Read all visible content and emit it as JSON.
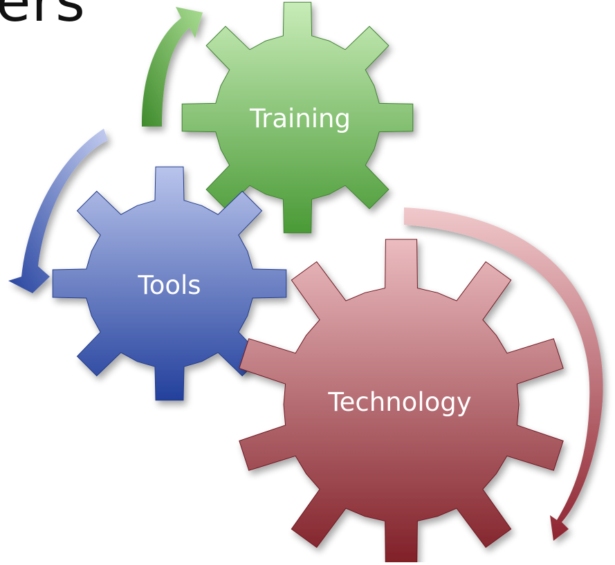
{
  "heading_fragment": "ers",
  "gears": [
    {
      "id": "training",
      "label": "Training",
      "top_color": "#c8ecb8",
      "bottom_color": "#4a9a36"
    },
    {
      "id": "tools",
      "label": "Tools",
      "top_color": "#b9c4ec",
      "bottom_color": "#23409c"
    },
    {
      "id": "technology",
      "label": "Technology",
      "top_color": "#ebbcc0",
      "bottom_color": "#7e1c24"
    }
  ],
  "arrows": [
    {
      "id": "green-arrow",
      "color": "#5aa845"
    },
    {
      "id": "blue-arrow",
      "color": "#3a58b0"
    },
    {
      "id": "red-arrow",
      "color": "#a03540"
    }
  ]
}
